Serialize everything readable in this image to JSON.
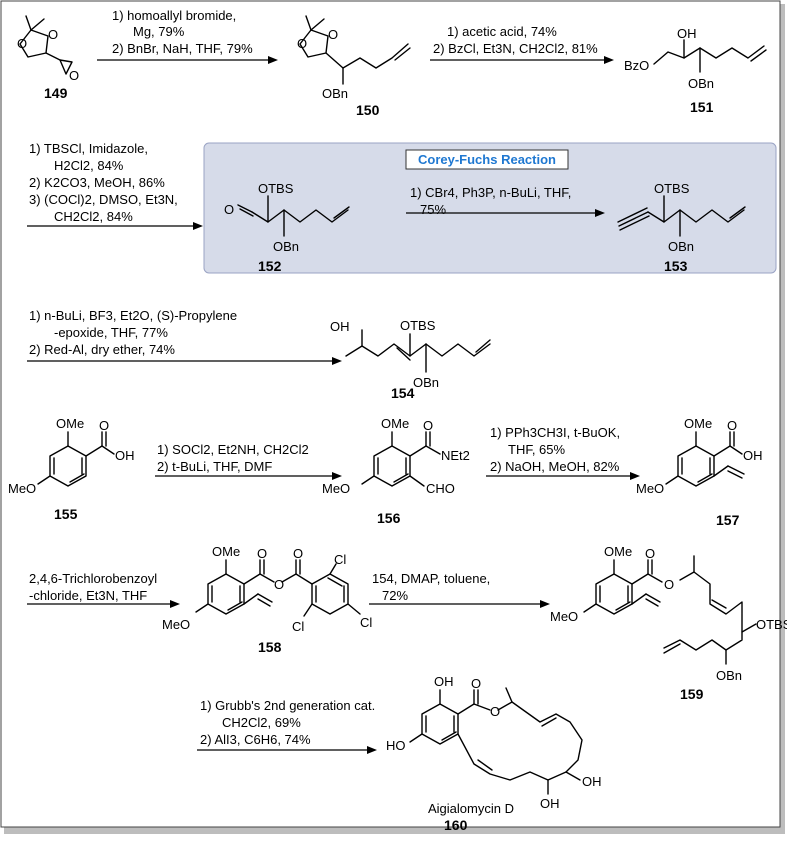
{
  "colors": {
    "highlight_box": "#d6dbe9",
    "highlight_border": "#9aa3c4",
    "label_box": "#ffffff",
    "label_text": "#1f78d1",
    "frame": "#444444"
  },
  "steps": [
    {
      "id": "s1",
      "lines": [
        "1) homoallyl bromide,",
        "Mg, 79%",
        "2) BnBr, NaH, THF, 79%"
      ]
    },
    {
      "id": "s2",
      "lines": [
        "1) acetic acid, 74%",
        "2) BzCl, Et3N, CH2Cl2, 81%"
      ]
    },
    {
      "id": "s3",
      "lines": [
        "1) TBSCl, Imidazole,",
        "H2Cl2, 84%",
        "2) K2CO3, MeOH, 86%",
        "3) (COCl)2, DMSO, Et3N,",
        "CH2Cl2, 84%"
      ]
    },
    {
      "id": "s4",
      "lines": [
        "1) CBr4, Ph3P, n-BuLi, THF,",
        "75%"
      ]
    },
    {
      "id": "s5",
      "lines": [
        "1) n-BuLi, BF3, Et2O, (S)-Propylene",
        "-epoxide, THF, 77%",
        "2) Red-Al, dry ether, 74%"
      ]
    },
    {
      "id": "s6",
      "lines": [
        "1) SOCl2, Et2NH, CH2Cl2",
        "2) t-BuLi, THF, DMF"
      ]
    },
    {
      "id": "s7",
      "lines": [
        "1) PPh3CH3I, t-BuOK,",
        "THF, 65%",
        "2) NaOH, MeOH, 82%"
      ]
    },
    {
      "id": "s8",
      "lines": [
        "2,4,6-Trichlorobenzoyl",
        "-chloride, Et3N, THF"
      ]
    },
    {
      "id": "s9",
      "lines": [
        "154, DMAP, toluene,",
        "72%"
      ]
    },
    {
      "id": "s10",
      "lines": [
        "1) Grubb's 2nd generation cat.",
        "CH2Cl2, 69%",
        "2) AlI3, C6H6, 74%"
      ]
    }
  ],
  "highlight_label": "Corey-Fuchs Reaction",
  "compounds": [
    {
      "id": "149"
    },
    {
      "id": "150"
    },
    {
      "id": "151"
    },
    {
      "id": "152"
    },
    {
      "id": "153"
    },
    {
      "id": "154"
    },
    {
      "id": "155"
    },
    {
      "id": "156"
    },
    {
      "id": "157"
    },
    {
      "id": "158"
    },
    {
      "id": "159"
    },
    {
      "id": "160"
    }
  ],
  "product_name": "Aigialomycin D",
  "atom_labels": {
    "o": "O",
    "obn": "OBn",
    "bzo": "BzO",
    "oh": "OH",
    "otbs": "OTBS",
    "ome": "OMe",
    "meo": "MeO",
    "net2": "NEt2",
    "cho": "CHO",
    "cl": "Cl",
    "ho": "HO"
  }
}
